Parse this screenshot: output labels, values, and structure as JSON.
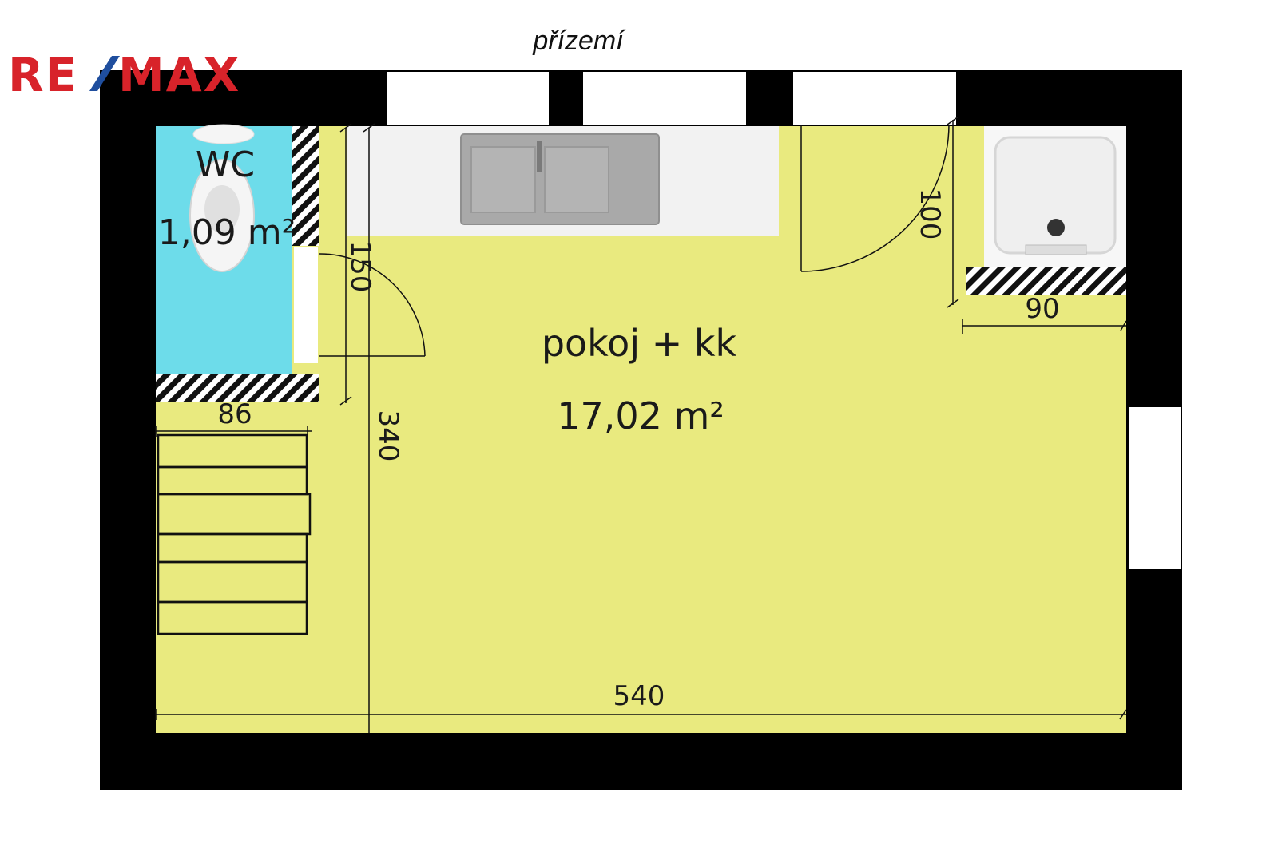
{
  "title": "přízemí",
  "logo": {
    "text_left": "RE",
    "text_right": "MAX",
    "color_red": "#d8232a",
    "color_blue": "#1f4e9e"
  },
  "rooms": {
    "wc": {
      "name": "WC",
      "area": "1,09 m²",
      "color": "#6ddcea"
    },
    "main": {
      "name": "pokoj + kk",
      "area": "17,02 m²",
      "color": "#e9ea7f"
    }
  },
  "dimensions": {
    "d150": "150",
    "d100": "100",
    "d90": "90",
    "d86": "86",
    "d340": "340",
    "d540": "540"
  },
  "colors": {
    "wall": "#000000",
    "window": "#ffffff",
    "counter": "#f2f2f2",
    "sink": "#a9a9a9"
  }
}
